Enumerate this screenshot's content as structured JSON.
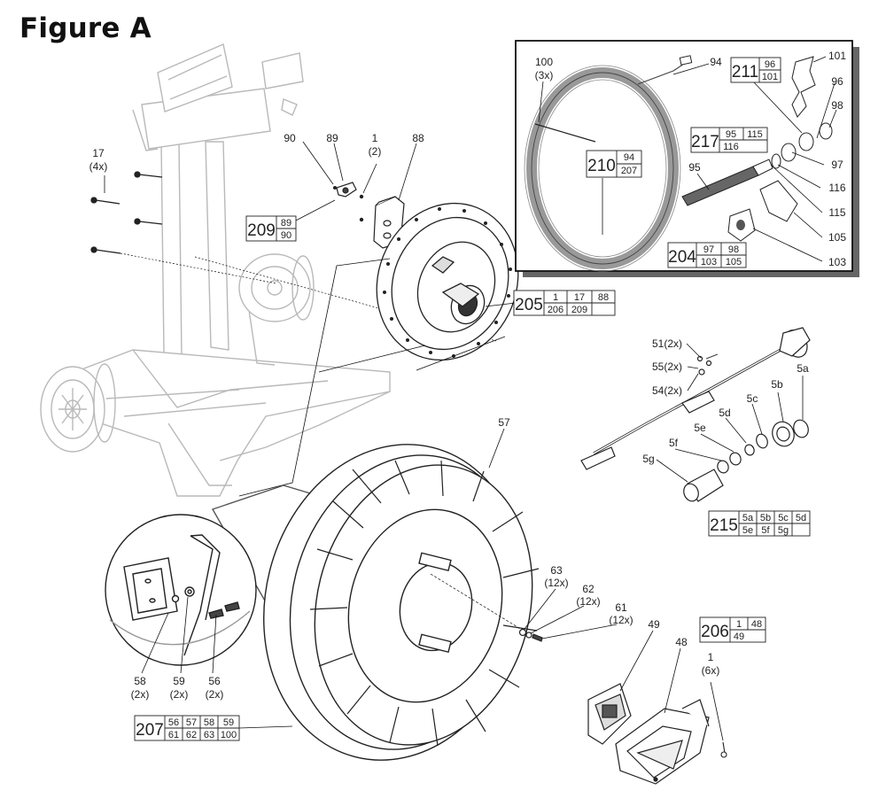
{
  "title": "Figure A",
  "callouts": {
    "c17": "17",
    "c17q": "(4x)",
    "c90": "90",
    "c89": "89",
    "c1a": "1",
    "c1aq": "(2)",
    "c88": "88",
    "c100": "100",
    "c100q": "(3x)",
    "c94": "94",
    "c101": "101",
    "c96": "96",
    "c98": "98",
    "c97": "97",
    "c116": "116",
    "c115": "115",
    "c105": "105",
    "c103": "103",
    "c95": "95",
    "c51": "51(2x)",
    "c55": "55(2x)",
    "c54": "54(2x)",
    "c5a": "5a",
    "c5b": "5b",
    "c5c": "5c",
    "c5d": "5d",
    "c5e": "5e",
    "c5f": "5f",
    "c5g": "5g",
    "c57": "57",
    "c63": "63",
    "c63q": "(12x)",
    "c62": "62",
    "c62q": "(12x)",
    "c61": "61",
    "c61q": "(12x)",
    "c49": "49",
    "c48": "48",
    "c1b": "1",
    "c1bq": "(6x)",
    "c58": "58",
    "c58q": "(2x)",
    "c59": "59",
    "c59q": "(2x)",
    "c56": "56",
    "c56q": "(2x)"
  },
  "kits": {
    "k209": {
      "num": "209",
      "parts": [
        "89",
        "90"
      ]
    },
    "k211": {
      "num": "211",
      "parts": [
        "96",
        "101"
      ]
    },
    "k217": {
      "num": "217",
      "parts": [
        "95",
        "115",
        "116",
        ""
      ]
    },
    "k210": {
      "num": "210",
      "parts": [
        "94",
        "207"
      ]
    },
    "k204": {
      "num": "204",
      "parts": [
        "97",
        "98",
        "103",
        "105"
      ]
    },
    "k205": {
      "num": "205",
      "parts": [
        "1",
        "17",
        "88",
        "206",
        "209",
        ""
      ]
    },
    "k215": {
      "num": "215",
      "parts": [
        "5a",
        "5b",
        "5c",
        "5d",
        "5e",
        "5f",
        "5g",
        ""
      ]
    },
    "k206": {
      "num": "206",
      "parts": [
        "1",
        "48",
        "49",
        ""
      ]
    },
    "k207": {
      "num": "207",
      "parts": [
        "56",
        "57",
        "58",
        "59",
        "61",
        "62",
        "63",
        "100"
      ]
    }
  }
}
